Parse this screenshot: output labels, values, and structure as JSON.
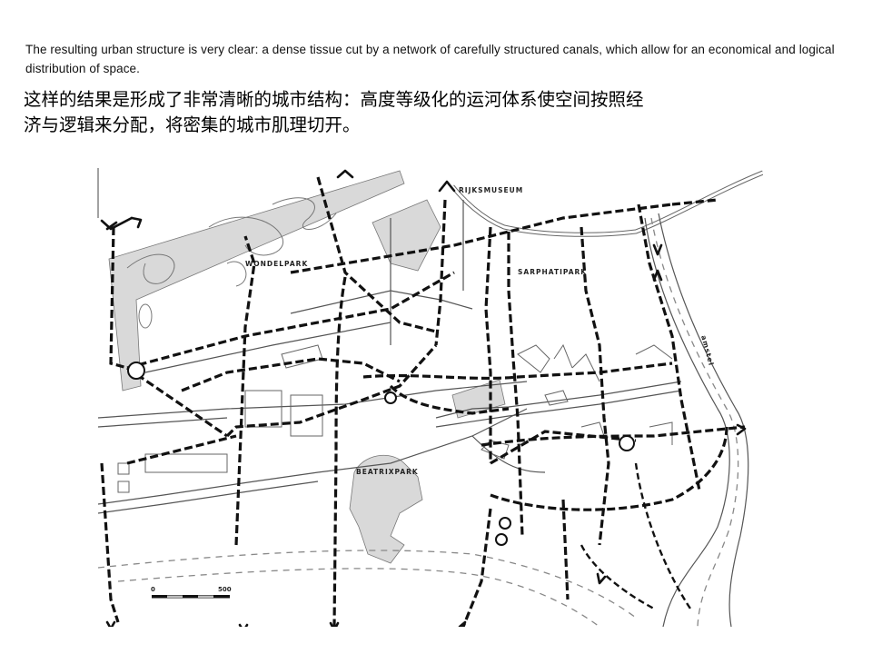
{
  "caption": {
    "english": "The resulting urban structure is very clear: a dense tissue cut by a network of carefully structured canals, which allow for an economical and logical distribution of space.",
    "chinese_line1": "这样的结果是形成了非常清晰的城市结构：高度等级化的运河体系使空间按照经",
    "chinese_line2": "济与逻辑来分配，将密集的城市肌理切开。"
  },
  "map": {
    "labels": {
      "rijksmuseum": "RIJKSMUSEUM",
      "wondelpark": "WONDELPARK",
      "sarphatipark": "SARPHATIPARK",
      "beatrixpark": "BEATRIXPARK",
      "river": "amstel"
    },
    "scale_bar": {
      "start": "0",
      "end": "500"
    },
    "colors": {
      "canal": "#111111",
      "park": "#d9d9d9",
      "road": "#555555",
      "background": "#ffffff"
    }
  }
}
